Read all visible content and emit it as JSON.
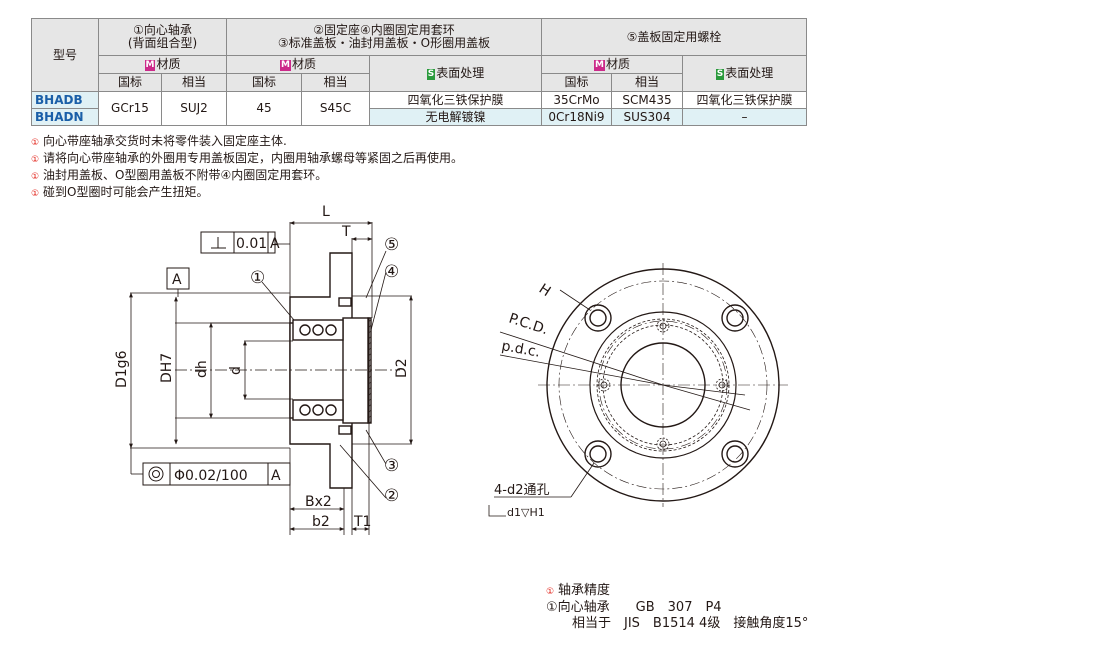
{
  "table": {
    "model_header": "型号",
    "col1_header_line1": "①向心轴承",
    "col1_header_line2": "(背面组合型)",
    "col2_header_line1": "②固定座④内圈固定用套环",
    "col2_header_line2": "③标准盖板・油封用盖板・O形圈用盖板",
    "col3_header": "⑤盖板固定用螺栓",
    "material_mark": "M",
    "material_label": "材质",
    "surface_mark": "S",
    "surface_label": "表面处理",
    "standard_label": "国标",
    "equivalent_label": "相当",
    "rows": [
      {
        "model": "BHADB",
        "c1_std": "GCr15",
        "c1_eq": "SUJ2",
        "c2_std": "45",
        "c2_eq": "S45C",
        "c2_surface": "四氧化三铁保护膜",
        "c3_std": "35CrMo",
        "c3_eq": "SCM435",
        "c3_surface": "四氧化三铁保护膜"
      },
      {
        "model": "BHADN",
        "c2_surface": "无电解镀镍",
        "c3_std": "0Cr18Ni9",
        "c3_eq": "SUS304",
        "c3_surface": "–"
      }
    ]
  },
  "notes": [
    "向心带座轴承交货时未将零件装入固定座主体.",
    "请将向心带座轴承的外圈用专用盖板固定，内圈用轴承螺母等紧固之后再使用。",
    "油封用盖板、O型圈用盖板不附带④内圈固定用套环。",
    "碰到O型圈时可能会产生扭矩。"
  ],
  "note_bullet": "①",
  "drawing": {
    "perpendicularity_tol": "0.01",
    "datum": "A",
    "concentricity_tol": "Φ0.02/100",
    "dim_L": "L",
    "dim_T": "T",
    "dim_D1": "D1g6",
    "dim_DH": "DH7",
    "dim_dh": "dh",
    "dim_d": "d",
    "dim_D2": "D2",
    "dim_Bx2": "Bx2",
    "dim_b2": "b2",
    "dim_T1": "T1",
    "callouts": [
      "①",
      "②",
      "③",
      "④",
      "⑤"
    ],
    "front_H": "H",
    "front_PCD": "P.C.D.",
    "front_pdc": "p.d.c.",
    "hole_label": "4-d2通孔",
    "counterbore_label": "d1▽H1"
  },
  "accuracy": {
    "title": "轴承精度",
    "line1": "①向心轴承　　GB　307　P4",
    "line2": "　　相当于　JIS　B1514 4级　接触角度15°"
  }
}
